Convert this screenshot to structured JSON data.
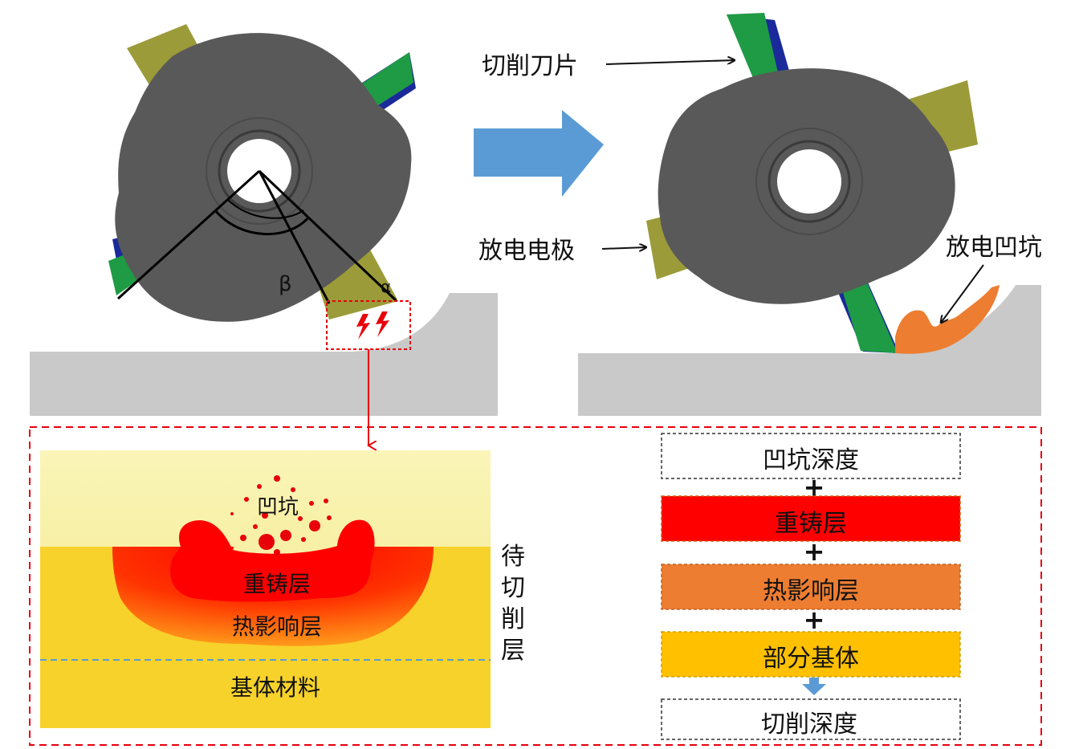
{
  "labels": {
    "cutting_insert": "切削刀片",
    "discharge_electrode": "放电电极",
    "discharge_pit": "放电凹坑",
    "beta": "β",
    "alpha": "α"
  },
  "cross_section": {
    "pit": "凹坑",
    "recast_layer": "重铸层",
    "heat_affected_layer": "热影响层",
    "base_material": "基体材料",
    "layer_to_cut": [
      "待",
      "切",
      "削",
      "层"
    ]
  },
  "depth_stack": {
    "pit_depth": "凹坑深度",
    "recast_layer": "重铸层",
    "heat_affected_layer": "热影响层",
    "partial_base": "部分基体",
    "cutting_depth": "切削深度",
    "plus_symbol": "+"
  },
  "colors": {
    "cutter_body": "#595959",
    "electrode": "#9b9b3a",
    "insert_green": "#1f9a45",
    "insert_blue": "#1a2a9a",
    "workpiece": "#c9c9c9",
    "arrow_blue": "#5b9bd5",
    "recast": "#ff0000",
    "heat_affected": "#ed7d31",
    "base": "#ffc000",
    "accent_red": "#e8000b"
  }
}
